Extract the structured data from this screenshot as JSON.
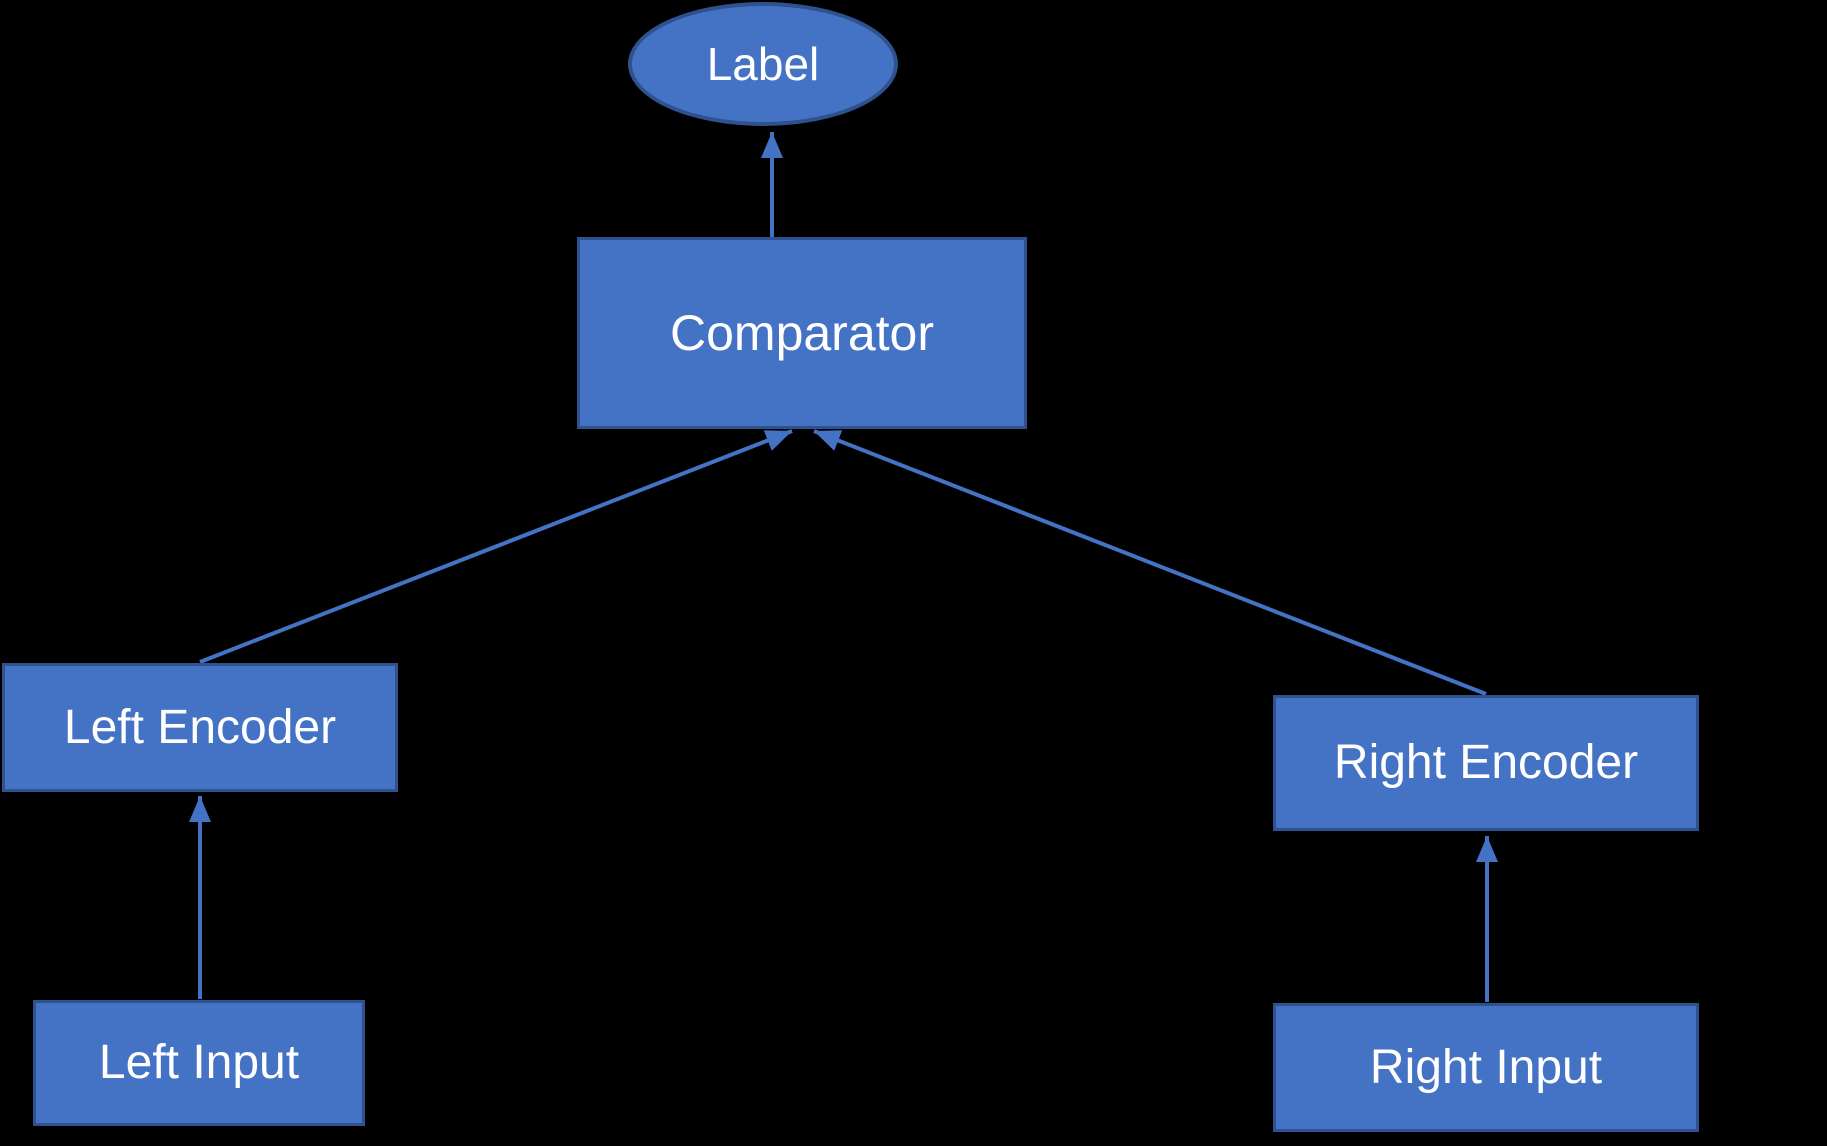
{
  "diagram": {
    "nodes": {
      "label": {
        "text": "Label",
        "shape": "ellipse"
      },
      "comparator": {
        "text": "Comparator",
        "shape": "rect"
      },
      "left_encoder": {
        "text": "Left Encoder",
        "shape": "rect"
      },
      "right_encoder": {
        "text": "Right Encoder",
        "shape": "rect"
      },
      "left_input": {
        "text": "Left Input",
        "shape": "rect"
      },
      "right_input": {
        "text": "Right Input",
        "shape": "rect"
      }
    },
    "edges": [
      {
        "from": "comparator",
        "to": "label"
      },
      {
        "from": "left_encoder",
        "to": "comparator"
      },
      {
        "from": "right_encoder",
        "to": "comparator"
      },
      {
        "from": "left_input",
        "to": "left_encoder"
      },
      {
        "from": "right_input",
        "to": "right_encoder"
      }
    ],
    "colors": {
      "node_fill": "#4472C4",
      "node_border": "#2F528F",
      "arrow": "#4472C4",
      "text": "#FFFFFF",
      "background": "#000000"
    }
  }
}
